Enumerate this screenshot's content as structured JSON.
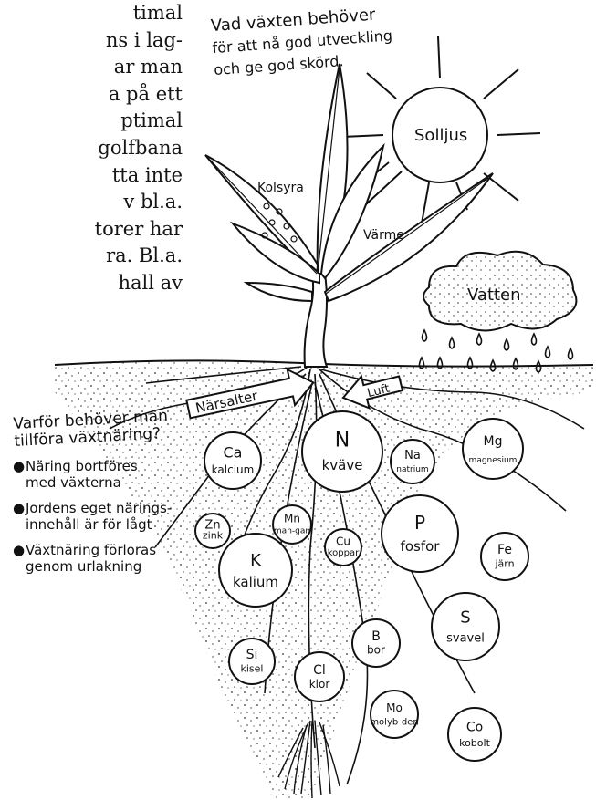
{
  "intro_text": {
    "lines": [
      "timal",
      "ns i lag-",
      "ar man",
      "a på ett",
      "ptimal",
      "golfbana",
      "tta inte",
      "v bl.a.",
      "torer har",
      "ra. Bl.a.",
      "hall av"
    ]
  },
  "heading": {
    "line1": "Vad växten behöver",
    "line2": "för att nå god utveckling",
    "line3": "och ge god skörd."
  },
  "labels": {
    "sun": "Solljus",
    "co2": "Kolsyra",
    "heat": "Värme",
    "water": "Vatten",
    "air": "Luft",
    "nutrients": "Närsalter"
  },
  "why_box": {
    "title": "Varför behöver man tillföra växtnäring?",
    "items": [
      "Näring bortföres\nmed växterna",
      "Jordens eget närings-\ninnehåll är för lågt",
      "Växtnäring förloras\ngenom urlakning"
    ]
  },
  "nutrients": [
    {
      "symbol": "N",
      "name": "kväve"
    },
    {
      "symbol": "Ca",
      "name": "kalcium"
    },
    {
      "symbol": "Na",
      "name": "natrium"
    },
    {
      "symbol": "Mg",
      "name": "magnesium"
    },
    {
      "symbol": "Mn",
      "name": "man-gan"
    },
    {
      "symbol": "Zn",
      "name": "zink"
    },
    {
      "symbol": "Cu",
      "name": "koppar"
    },
    {
      "symbol": "P",
      "name": "fosfor"
    },
    {
      "symbol": "Fe",
      "name": "järn"
    },
    {
      "symbol": "K",
      "name": "kalium"
    },
    {
      "symbol": "B",
      "name": "bor"
    },
    {
      "symbol": "S",
      "name": "svavel"
    },
    {
      "symbol": "Cl",
      "name": "klor"
    },
    {
      "symbol": "Si",
      "name": "kisel"
    },
    {
      "symbol": "Mo",
      "name": "molyb-den"
    },
    {
      "symbol": "Co",
      "name": "kobolt"
    }
  ]
}
